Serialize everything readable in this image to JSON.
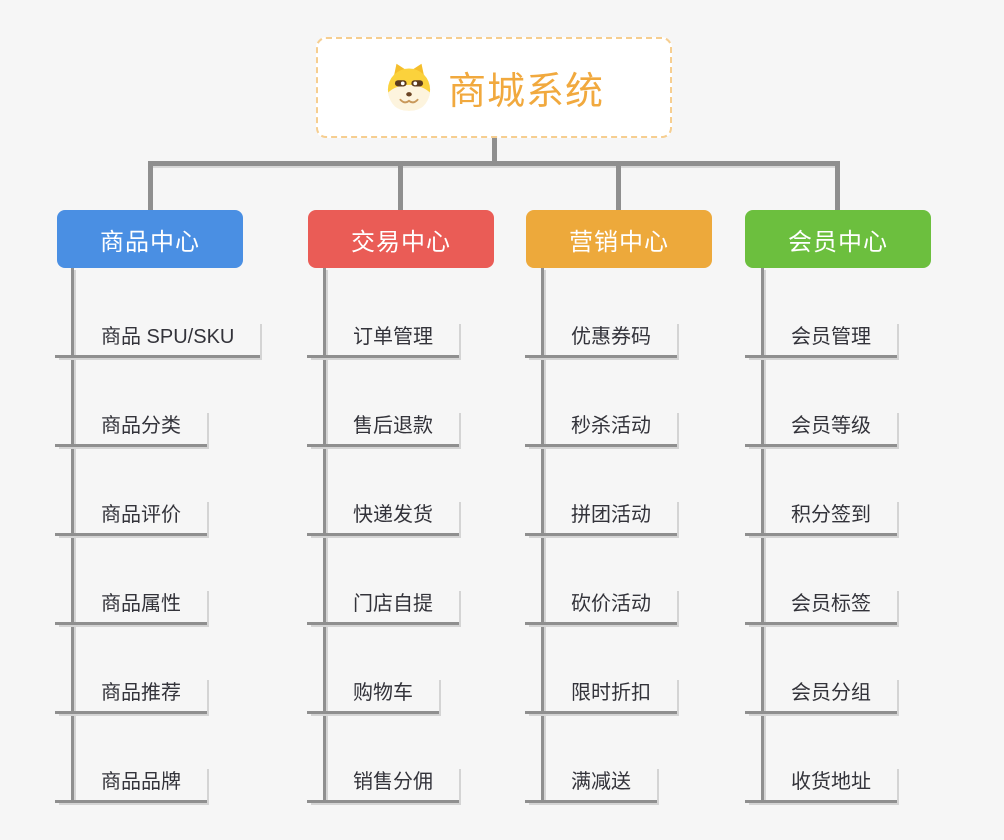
{
  "page": {
    "background": "#F6F6F6"
  },
  "root": {
    "title": "商城系统",
    "icon": "shiba-dog-icon",
    "text_color": "#F1A93E",
    "border_color": "#F6CE90"
  },
  "connector_color": "#8F8F8F",
  "branches": [
    {
      "label": "商品中心",
      "color": "#4A8FE3",
      "children": [
        "商品 SPU/SKU",
        "商品分类",
        "商品评价",
        "商品属性",
        "商品推荐",
        "商品品牌"
      ]
    },
    {
      "label": "交易中心",
      "color": "#EA5C56",
      "children": [
        "订单管理",
        "售后退款",
        "快递发货",
        "门店自提",
        "购物车",
        "销售分佣"
      ]
    },
    {
      "label": "营销中心",
      "color": "#EDA93B",
      "children": [
        "优惠券码",
        "秒杀活动",
        "拼团活动",
        "砍价活动",
        "限时折扣",
        "满减送"
      ]
    },
    {
      "label": "会员中心",
      "color": "#6CBF3E",
      "children": [
        "会员管理",
        "会员等级",
        "积分签到",
        "会员标签",
        "会员分组",
        "收货地址"
      ]
    }
  ]
}
